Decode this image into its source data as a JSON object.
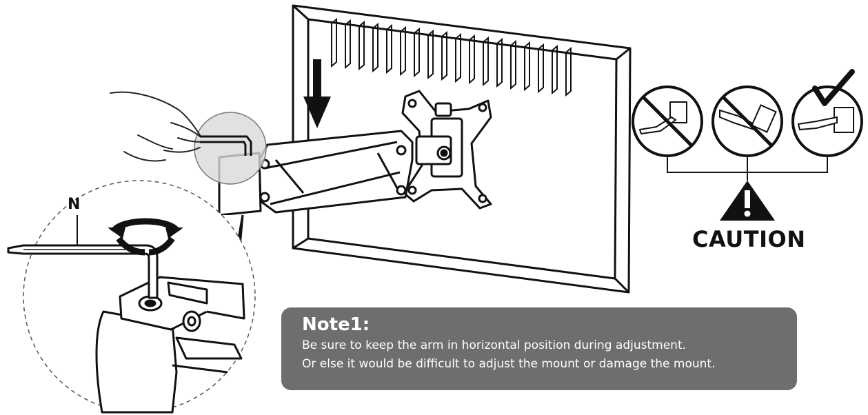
{
  "labels": {
    "n": "N",
    "caution": "CAUTION"
  },
  "note": {
    "title": "Note1:",
    "line1": "Be sure to keep the arm in horizontal position during adjustment.",
    "line2": "Or else it would be difficult to adjust the mount or damage the mount."
  },
  "colors": {
    "note_background": "#6e6e6e",
    "line_art": "#111111",
    "highlight_circle": "#d9d9d9"
  },
  "icons": {
    "prohibited": "prohibition-sign-icon",
    "approved": "check-mark-icon",
    "warning": "warning-triangle-icon",
    "tool": "allen-key-icon",
    "rotate": "rotation-arrows-icon",
    "downward": "down-arrow-icon"
  }
}
